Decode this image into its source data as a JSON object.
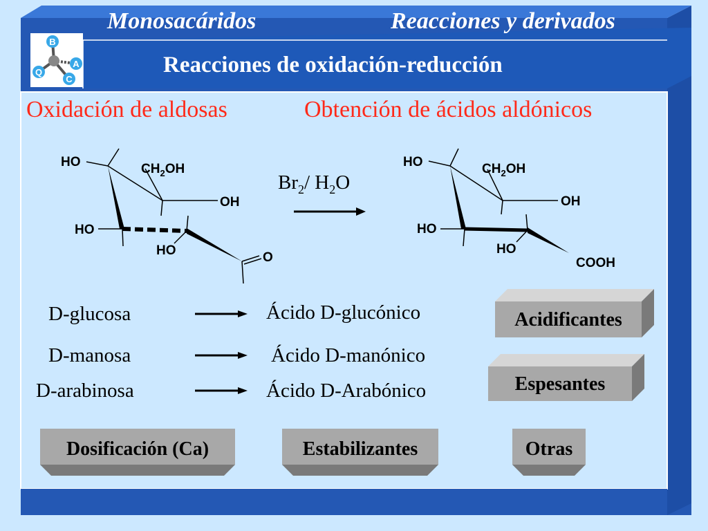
{
  "header": {
    "left_title": "Monosacáridos",
    "right_title": "Reacciones y derivados",
    "subtitle": "Reacciones de oxidación-reducción"
  },
  "logo": {
    "letters": [
      "B",
      "A",
      "C",
      "Q"
    ]
  },
  "section": {
    "left_heading": "Oxidación de aldosas",
    "right_heading": "Obtención de ácidos aldónicos"
  },
  "left_molecule": {
    "labels": {
      "ho_top": "HO",
      "ch2oh": "CH",
      "ch2oh_sub": "2",
      "ch2oh_tail": "OH",
      "oh_right": "OH",
      "ho_left": "HO",
      "ho_bottom": "HO",
      "o": "O"
    }
  },
  "right_molecule": {
    "labels": {
      "ho_top": "HO",
      "ch2oh": "CH",
      "ch2oh_sub": "2",
      "ch2oh_tail": "OH",
      "oh_right": "OH",
      "ho_left": "HO",
      "ho_bottom": "HO",
      "cooh": "COOH"
    }
  },
  "reagent": {
    "br": "Br",
    "br_sub": "2",
    "mid": "/ H",
    "h_sub": "2",
    "o": "O"
  },
  "reactions": [
    {
      "reactant": "D-glucosa",
      "product": "Ácido  D-glucónico"
    },
    {
      "reactant": "D-manosa",
      "product": "Ácido  D-manónico"
    },
    {
      "reactant": "D-arabinosa",
      "product": "Ácido  D-Arabónico"
    }
  ],
  "applications": {
    "acidificantes": "Acidificantes",
    "espesantes": "Espesantes",
    "dosificacion": "Dosificación  (Ca)",
    "estabilizantes": "Estabilizantes",
    "otras": "Otras"
  },
  "colors": {
    "frame_blue": "#2255b0",
    "header_blue": "#1f5bb8",
    "background": "#cce8ff",
    "heading_red": "#ff2a1a",
    "button_gray": "#a8a8a8"
  }
}
